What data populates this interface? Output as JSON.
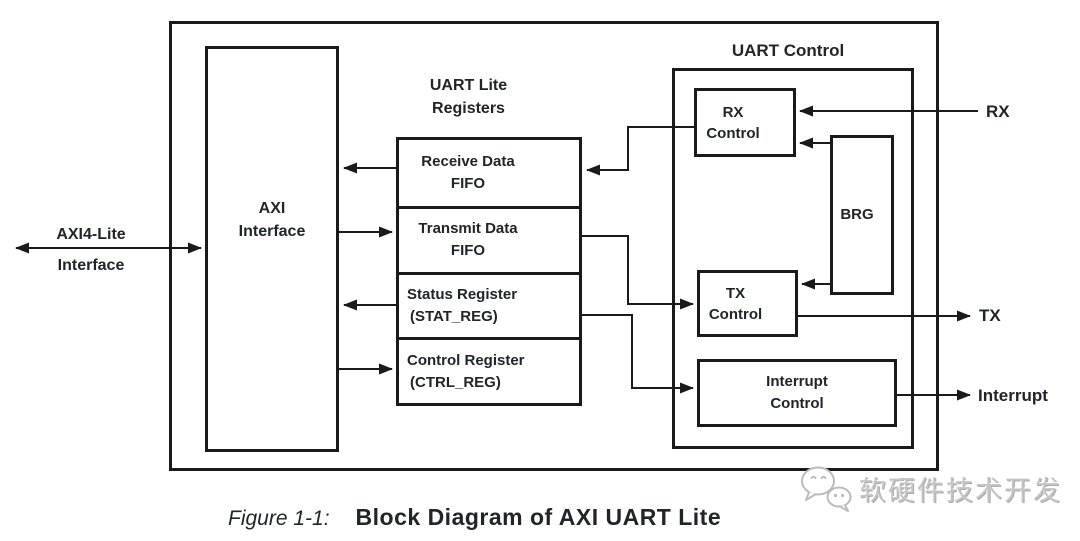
{
  "diagram": {
    "external": {
      "axi4_lite_line1": "AXI4-Lite",
      "axi4_lite_line2": "Interface",
      "rx_label": "RX",
      "tx_label": "TX",
      "interrupt_label": "Interrupt"
    },
    "blocks": {
      "axi_interface": {
        "line1": "AXI",
        "line2": "Interface"
      },
      "registers_heading": {
        "line1": "UART Lite",
        "line2": "Registers"
      },
      "registers": [
        {
          "line1": "Receive Data",
          "line2": "FIFO"
        },
        {
          "line1": "Transmit Data",
          "line2": "FIFO"
        },
        {
          "line1": "Status Register",
          "line2": "(STAT_REG)"
        },
        {
          "line1": "Control Register",
          "line2": "(CTRL_REG)"
        }
      ],
      "uart_control_title": "UART Control",
      "rx_control": {
        "line1": "RX",
        "line2": "Control"
      },
      "brg": "BRG",
      "tx_control": {
        "line1": "TX",
        "line2": "Control"
      },
      "interrupt_control": {
        "line1": "Interrupt",
        "line2": "Control"
      }
    },
    "caption": {
      "figure_label": "Figure 1-1:",
      "title": "Block Diagram of AXI UART Lite"
    },
    "watermark": {
      "text": "软硬件技术开发",
      "logo": "wechat-bubbles-icon"
    },
    "colors": {
      "line": "#1a1a1a",
      "text": "#21242b",
      "background": "#ffffff",
      "watermark": "#c4c4c4"
    }
  }
}
